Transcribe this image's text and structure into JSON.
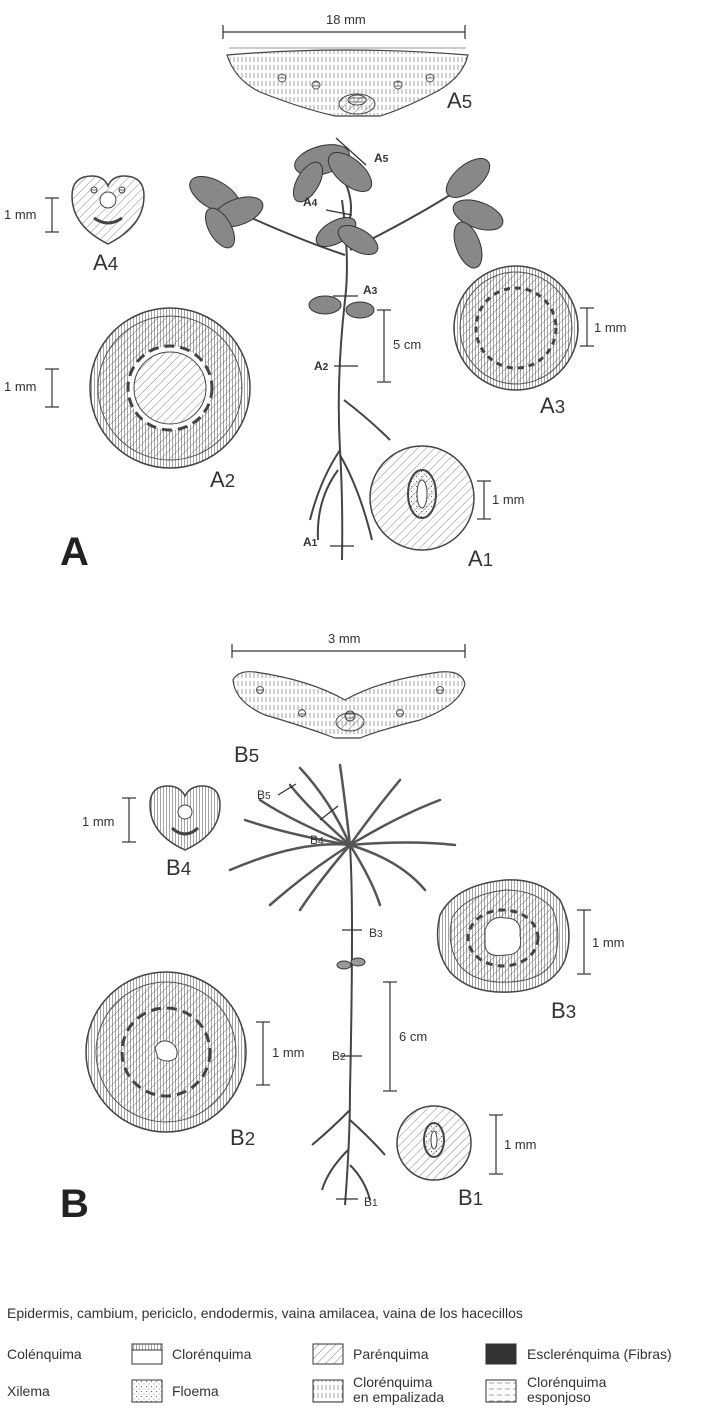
{
  "panels": {
    "a": "A",
    "b": "B"
  },
  "scales": {
    "a5": "18 mm",
    "a4": "1 mm",
    "a3": "1 mm",
    "a2": "1 mm",
    "a1": "1 mm",
    "a_plant": "5 cm",
    "b5": "3 mm",
    "b4": "1 mm",
    "b3": "1 mm",
    "b2": "1 mm",
    "b1": "1 mm",
    "b_plant": "6 cm"
  },
  "section_labels": {
    "a5": {
      "letter": "A",
      "sub": "5"
    },
    "a4": {
      "letter": "A",
      "sub": "4"
    },
    "a3": {
      "letter": "A",
      "sub": "3"
    },
    "a2": {
      "letter": "A",
      "sub": "2"
    },
    "a1": {
      "letter": "A",
      "sub": "1"
    },
    "b5": {
      "letter": "B",
      "sub": "5"
    },
    "b4": {
      "letter": "B",
      "sub": "4"
    },
    "b3": {
      "letter": "B",
      "sub": "3"
    },
    "b2": {
      "letter": "B",
      "sub": "2"
    },
    "b1": {
      "letter": "B",
      "sub": "1"
    }
  },
  "cut_labels": {
    "a5": {
      "letter": "A",
      "sub": "5"
    },
    "a4": {
      "letter": "A",
      "sub": "4"
    },
    "a3": {
      "letter": "A",
      "sub": "3"
    },
    "a2": {
      "letter": "A",
      "sub": "2"
    },
    "a1": {
      "letter": "A",
      "sub": "1"
    },
    "b5": {
      "letter": "B",
      "sub": "5"
    },
    "b4": {
      "letter": "B",
      "sub": "4"
    },
    "b3": {
      "letter": "B",
      "sub": "3"
    },
    "b2": {
      "letter": "B",
      "sub": "2"
    },
    "b1": {
      "letter": "B",
      "sub": "1"
    }
  },
  "legend": {
    "heading": "Epidermis, cambium, periciclo, endodermis, vaina amilacea, vaina de los hacecillos",
    "colenquima": "Colénquima",
    "clorenquima": "Clorénquima",
    "parenquima": "Parénquima",
    "esclerenquima": "Esclerénquima (Fibras)",
    "xilema": "Xilema",
    "floema": "Floema",
    "clor_empalizada_1": "Clorénquima",
    "clor_empalizada_2": "en empalizada",
    "clor_esponjoso_1": "Clorénquima",
    "clor_esponjoso_2": "esponjoso"
  }
}
